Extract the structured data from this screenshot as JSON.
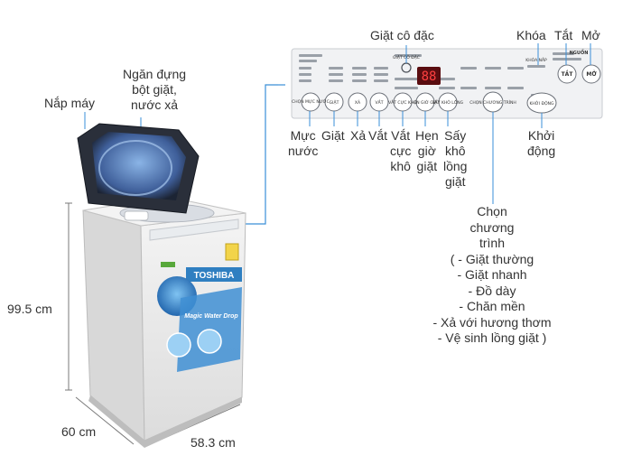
{
  "labels": {
    "lid": "Nắp máy",
    "detergent_drawer": [
      "Ngăn đựng",
      "bột giặt,",
      "nước xả"
    ],
    "concentrated_wash": "Giặt cô đặc",
    "lock": "Khóa",
    "power_off": "Tắt",
    "power_on": "Mở",
    "water_level": [
      "Mực",
      "nước"
    ],
    "wash": "Giặt",
    "rinse": "Xả",
    "spin": "Vắt",
    "extra_spin": [
      "Vắt",
      "cực",
      "khô"
    ],
    "timer": [
      "Hẹn",
      "giờ",
      "giặt"
    ],
    "tub_dry": [
      "Sấy",
      "khô",
      "lồng",
      "giặt"
    ],
    "start": [
      "Khởi",
      "động"
    ],
    "program": [
      "Chọn",
      "chương",
      "trình"
    ],
    "program_list": [
      "( - Giặt thường",
      "- Giặt nhanh",
      "- Đồ dày",
      "- Chăn mền",
      "- Xả với hương thơm",
      "- Vệ sinh lồng giặt )"
    ]
  },
  "dimensions": {
    "height": "99.5 cm",
    "depth": "60 cm",
    "width": "58.3 cm"
  },
  "machine": {
    "brand": "TOSHIBA",
    "badge": "Magic Water Drop",
    "display": "88"
  },
  "panel": {
    "btn_water": "CHỌN MỰC NƯỚC",
    "btn_wash": "GIẶT",
    "btn_rinse": "XẢ",
    "btn_spin": "VẮT",
    "btn_extra": "VẮT CỰC KHÔ",
    "btn_timer": "HẸN GIỜ GIẶT",
    "btn_dry": "SẤY KHÔ LỒNG",
    "btn_program": "CHỌN CHƯƠNG TRÌNH",
    "btn_start": "KHỞI ĐỘNG",
    "btn_off": "TẮT",
    "btn_on": "MỞ",
    "top_conc": "GIẶT CÔ ĐẶC",
    "top_lock": "KHÓA NẮP",
    "top_power": "NGUỒN"
  },
  "colors": {
    "accent_blue": "#2f7fc1",
    "leader_line": "#3a8fd8",
    "machine_body": "#e8e8e8",
    "lid_dark": "#2a2f3a"
  }
}
